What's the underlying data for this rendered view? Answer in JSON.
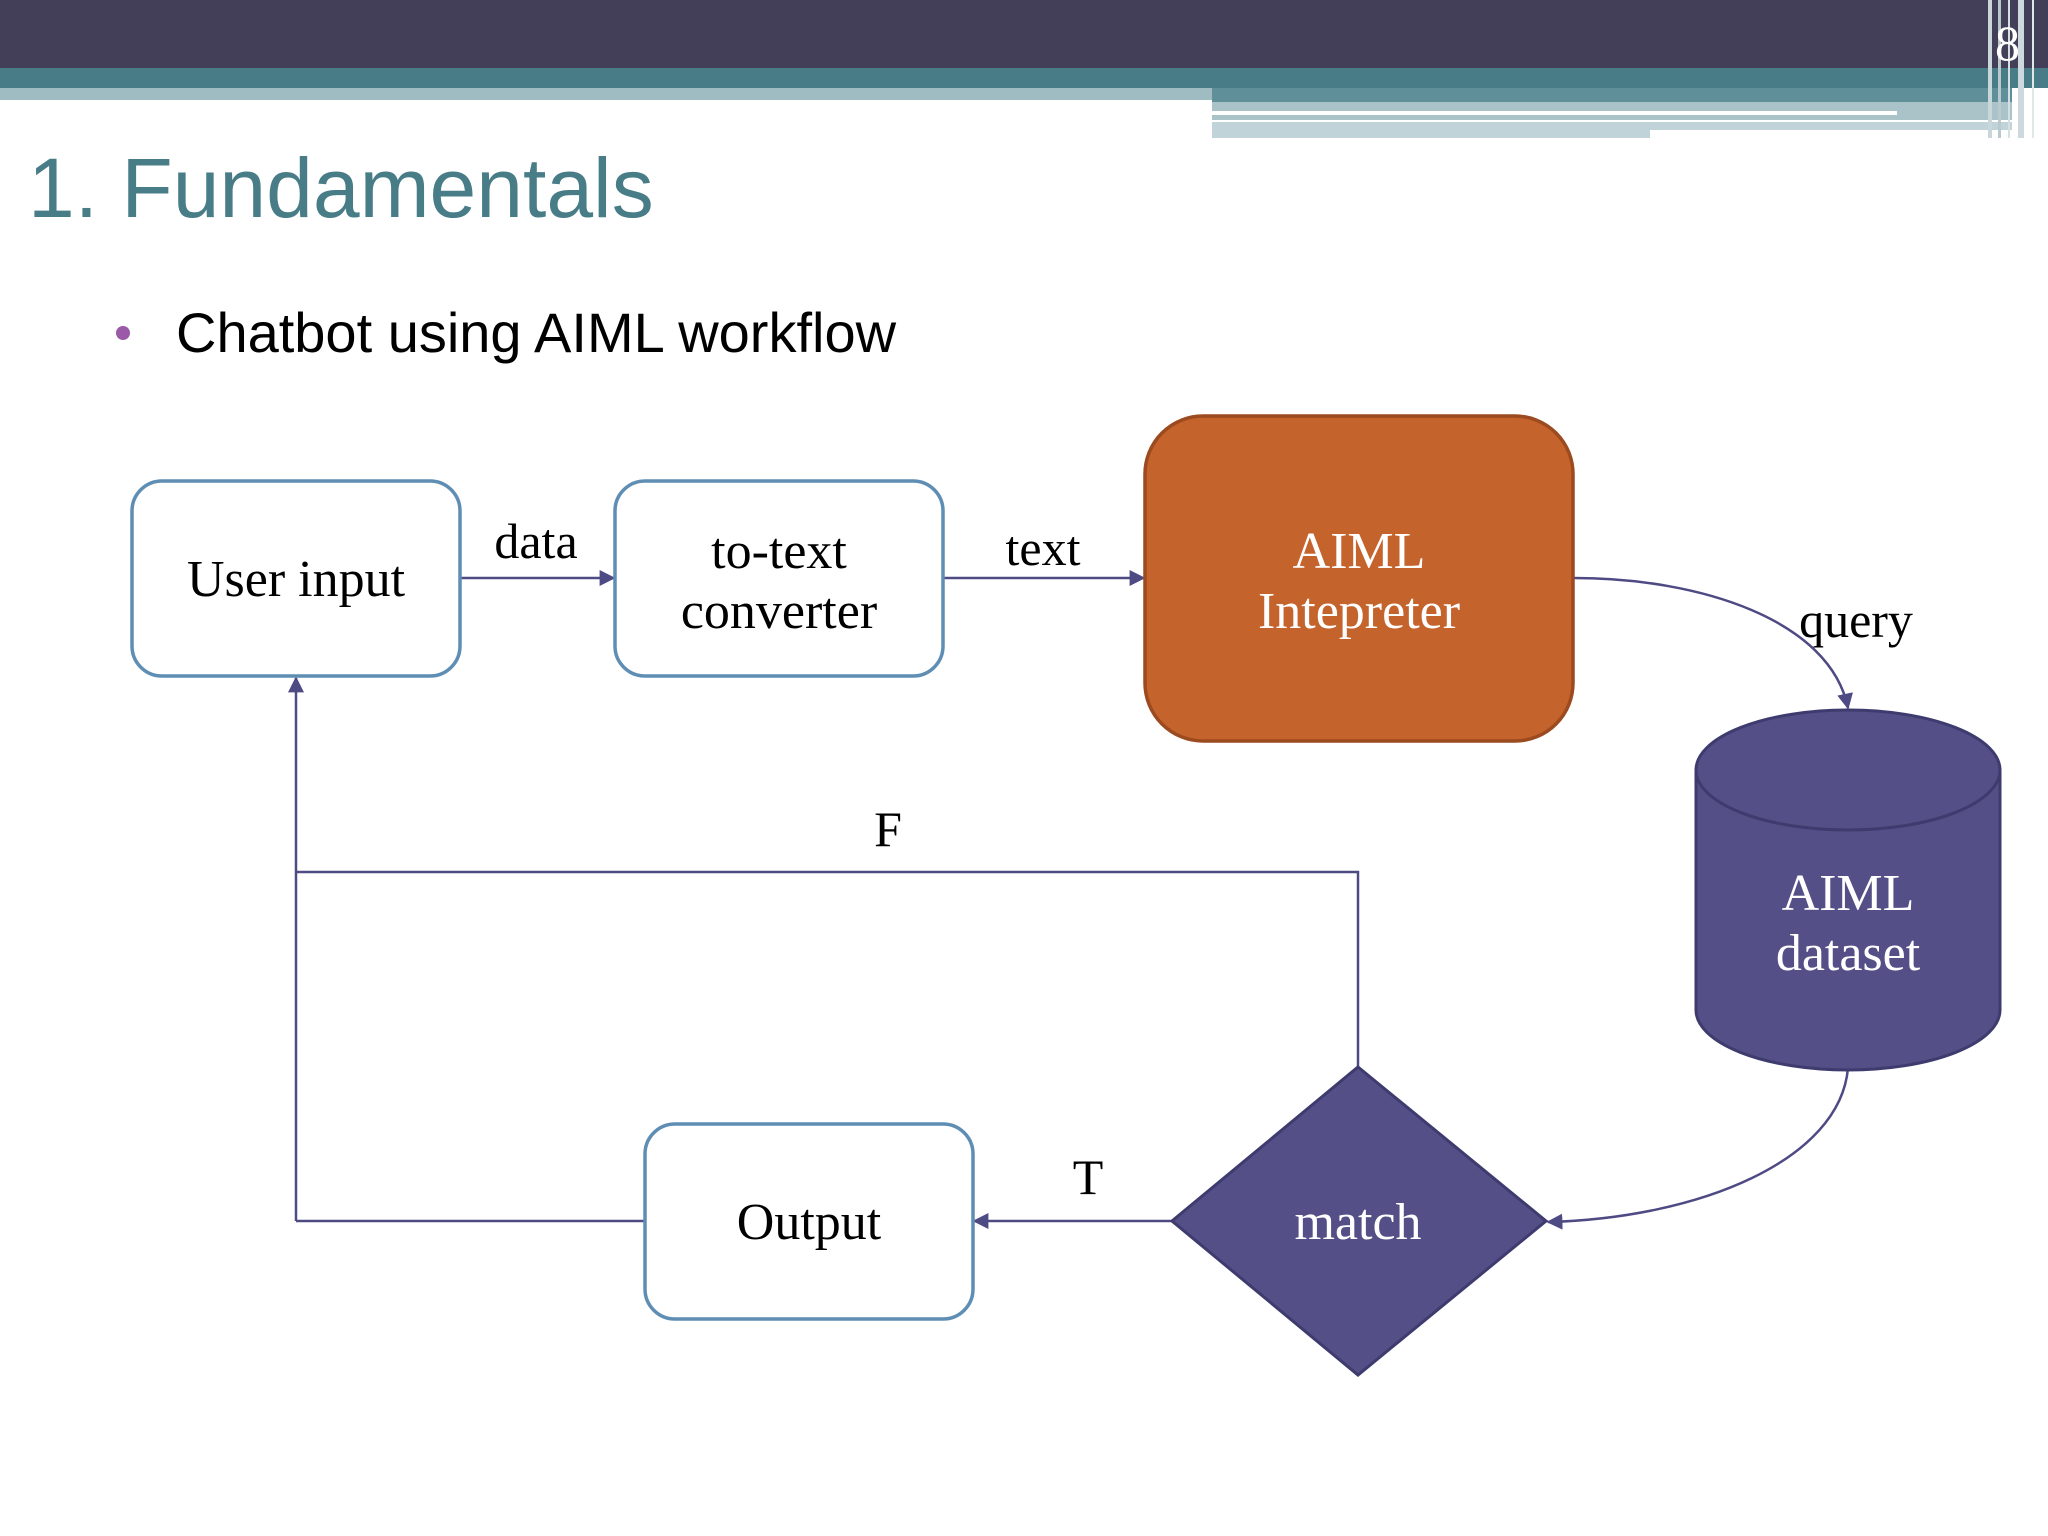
{
  "slide": {
    "page_number": "8",
    "title": "1. Fundamentals",
    "bullet": "Chatbot using AIML workflow"
  },
  "diagram": {
    "nodes": {
      "user_input": "User input",
      "converter_line1": "to-text",
      "converter_line2": "converter",
      "interpreter_line1": "AIML",
      "interpreter_line2": "Intepreter",
      "dataset_line1": "AIML",
      "dataset_line2": "dataset",
      "match": "match",
      "output": "Output"
    },
    "edges": {
      "data": "data",
      "text": "text",
      "query": "query",
      "false_branch": "F",
      "true_branch": "T"
    },
    "colors": {
      "box_border": "#5f8eb4",
      "interpreter_fill": "#c5632c",
      "interpreter_border": "#9c4a1f",
      "dataset_fill": "#545087",
      "match_fill": "#545087",
      "line": "#4e4a84"
    }
  }
}
